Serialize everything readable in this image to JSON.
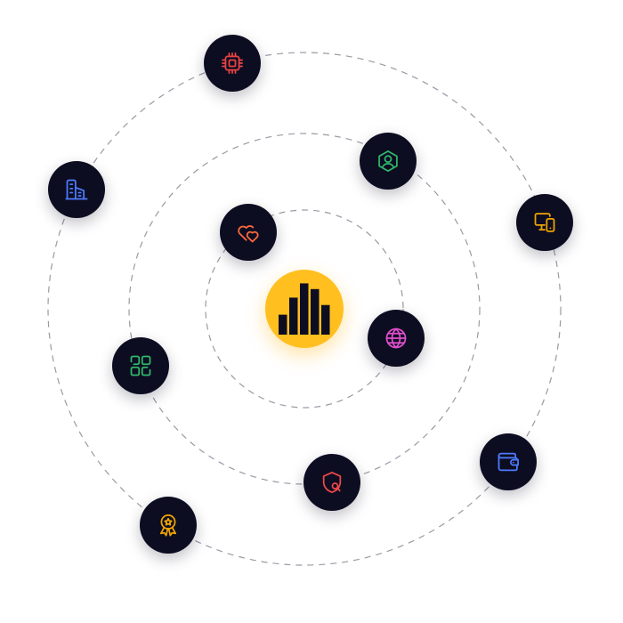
{
  "colors": {
    "node_bg": "#0d0d22",
    "hub_bg": "#ffbf1f",
    "orbit_stroke": "#9a9aa5"
  },
  "hub": {
    "icon": "bar-chart-logo-icon",
    "bar_levels": [
      0.35,
      0.65,
      0.9,
      0.8,
      0.52
    ]
  },
  "nodes": [
    {
      "icon": "cpu-chip-icon",
      "color": "#e84343"
    },
    {
      "icon": "user-hexagon-icon",
      "color": "#2fb86a"
    },
    {
      "icon": "monitor-phone-icon",
      "color": "#f0a500"
    },
    {
      "icon": "buildings-icon",
      "color": "#4d7cff"
    },
    {
      "icon": "hearts-icon",
      "color": "#ff6a3d"
    },
    {
      "icon": "globe-icon",
      "color": "#e04ecb"
    },
    {
      "icon": "apps-grid-icon",
      "color": "#2fb86a"
    },
    {
      "icon": "shield-search-icon",
      "color": "#f04848"
    },
    {
      "icon": "wallet-icon",
      "color": "#4d7cff"
    },
    {
      "icon": "award-badge-icon",
      "color": "#f0a500"
    }
  ]
}
